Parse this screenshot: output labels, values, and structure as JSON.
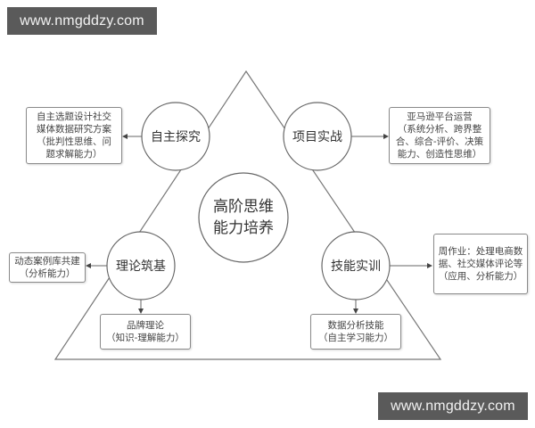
{
  "watermarks": {
    "top": "www.nmgddzy.com",
    "bottom": "www.nmgddzy.com"
  },
  "center": {
    "line1": "高阶思维",
    "line2": "能力培养"
  },
  "nodes": {
    "top_left": {
      "label": "自主探究",
      "box": [
        "自主选题设计社交",
        "媒体数据研究方案",
        "（批判性思维、问",
        "题求解能力）"
      ]
    },
    "top_right": {
      "label": "项目实战",
      "box": [
        "亚马逊平台运营",
        "（系统分析、跨界整",
        "合、综合-评价、决策",
        "能力、创造性思维）"
      ]
    },
    "bottom_left": {
      "label": "理论筑基",
      "side_box": [
        "动态案例库共建",
        "（分析能力）"
      ],
      "bottom_box": [
        "品牌理论",
        "（知识-理解能力）"
      ]
    },
    "bottom_right": {
      "label": "技能实训",
      "side_box": [
        "周作业：处理电商数",
        "据、社交媒体评论等",
        "（应用、分析能力）"
      ],
      "bottom_box": [
        "数据分析技能",
        "（自主学习能力）"
      ]
    }
  },
  "colors": {
    "line": "#666666",
    "watermark_bg": "#5a5a5a",
    "watermark_text": "#f2f2f2"
  }
}
